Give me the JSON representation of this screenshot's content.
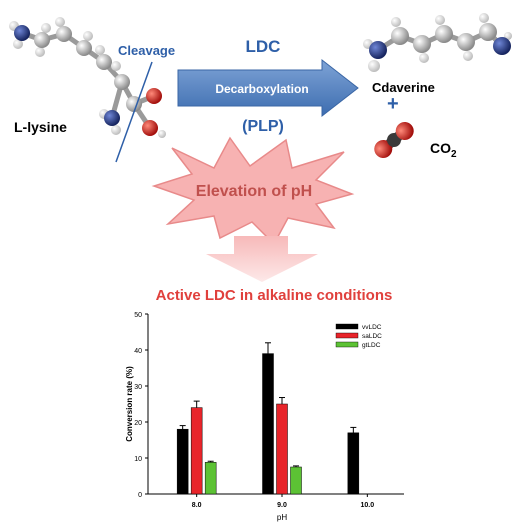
{
  "reaction": {
    "substrate": "L-lysine",
    "cleavage_label": "Cleavage",
    "enzyme": "LDC",
    "process": "Decarboxylation",
    "cofactor": "(PLP)",
    "product": "Cdaverine",
    "plus": "+",
    "byproduct": "CO",
    "byproduct_subscript": "2"
  },
  "effect": {
    "burst_text": "Elevation of pH",
    "result_title": "Active LDC in alkaline conditions"
  },
  "colors": {
    "arrow_blue": "#4f81bd",
    "burst_fill": "#f7b2b2",
    "burst_text": "#c0504d",
    "title_red": "#e0403c",
    "blue_text": "#2e5fa8",
    "atom_carbon": "#d0d0d0",
    "atom_nitrogen": "#2a3f8c",
    "atom_oxygen": "#e0241f",
    "atom_hydrogen": "#ffffff"
  },
  "chart_data": {
    "type": "bar",
    "xlabel": "pH",
    "ylabel": "Conversion rate (%)",
    "ylim": [
      0,
      50
    ],
    "yticks": [
      0,
      10,
      20,
      30,
      40,
      50
    ],
    "categories": [
      "8.0",
      "9.0",
      "10.0"
    ],
    "legend_position": "top-right",
    "series": [
      {
        "name": "vvLDC",
        "color": "#000000",
        "values": [
          18,
          39,
          17
        ],
        "errors": [
          1,
          3,
          1.5
        ]
      },
      {
        "name": "saLDC",
        "color": "#e8242a",
        "values": [
          24,
          25,
          0
        ],
        "errors": [
          1.8,
          1.8,
          0
        ]
      },
      {
        "name": "gtLDC",
        "color": "#5cc234",
        "values": [
          8.8,
          7.5,
          0
        ],
        "errors": [
          0.3,
          0.3,
          0
        ]
      }
    ]
  }
}
